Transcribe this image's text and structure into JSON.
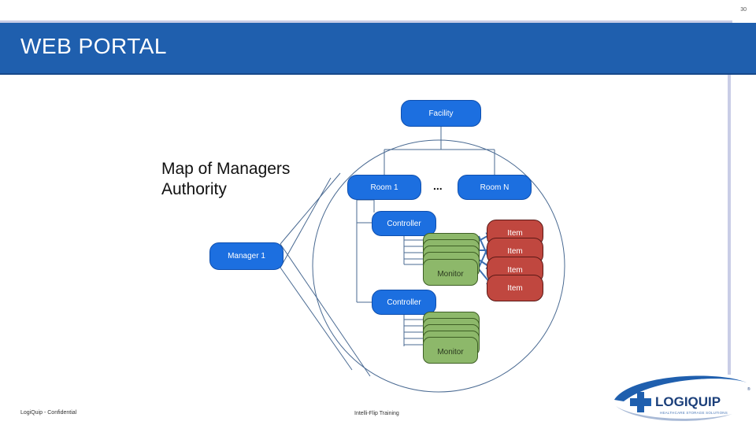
{
  "page_number": "30",
  "banner": {
    "title": "WEB PORTAL"
  },
  "subtitle": "Map of Managers Authority",
  "diagram": {
    "facility": "Facility",
    "room_1": "Room 1",
    "ellipsis": "...",
    "room_n": "Room N",
    "controller_1": "Controller",
    "controller_2": "Controller",
    "monitor_1": "Monitor",
    "monitor_2": "Monitor",
    "items": [
      "Item",
      "Item",
      "Item",
      "Item"
    ],
    "manager": "Manager 1"
  },
  "footer": {
    "left": "LogiQuip - Confidential",
    "center": "Intelli-Flip Training"
  },
  "logo": {
    "name": "LOGIQUIP",
    "tagline": "HEALTHCARE STORAGE SOLUTIONS",
    "colors": {
      "blue": "#1f5fae",
      "dark": "#1b3f7a"
    }
  }
}
